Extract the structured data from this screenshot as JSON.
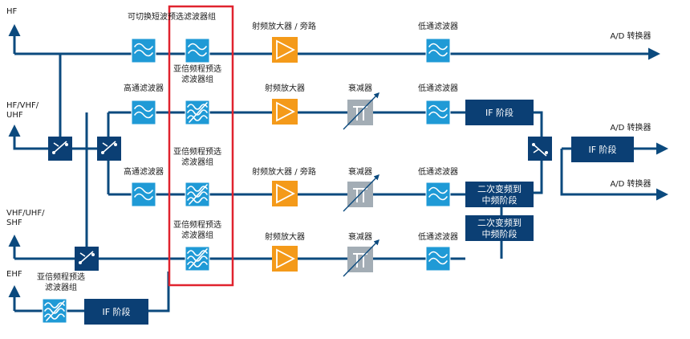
{
  "labels": {
    "hf": "HF",
    "hf_vhf_uhf": [
      "HF/VHF/",
      "UHF"
    ],
    "vhf_uhf_shf": [
      "VHF/UHF/",
      "SHF"
    ],
    "ehf": "EHF",
    "switchable_bank": "可切换短波预选滤波器组",
    "suboctave_bank": [
      "亚倍频程预选",
      "滤波器组"
    ],
    "rf_amp_bypass": "射频放大器 / 旁路",
    "rf_amp": "射频放大器",
    "attenuator": "衰减器",
    "lowpass": "低通滤波器",
    "highpass": "高通滤波器",
    "ad": "A/D 转换器",
    "if_stage": "IF 阶段",
    "second_conv": [
      "二次变频到",
      "中频阶段"
    ]
  },
  "colors": {
    "line": "#0b4a7e",
    "filter": "#1f9ad6",
    "amplifier": "#f49a1a",
    "attenuator": "#a3adb5",
    "dark_block": "#0b3f74",
    "highlight": "#e0232e"
  },
  "icons": {
    "filter": "bandpass-wave-icon",
    "filter_bank": "filter-bank-wave-icon",
    "amplifier": "triangle-amplifier-icon",
    "attenuator": "pi-attenuator-icon",
    "switch": "rf-switch-icon"
  }
}
